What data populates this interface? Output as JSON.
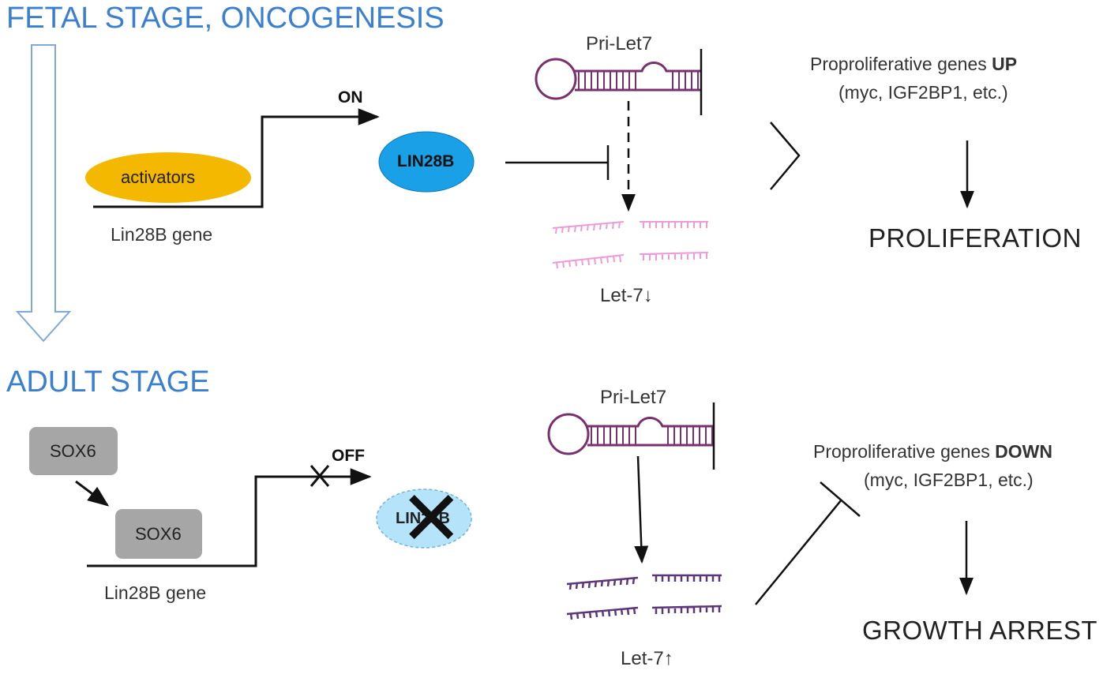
{
  "top": {
    "stage_title": "FETAL STAGE, ONCOGENESIS",
    "activators": "activators",
    "gene_label": "Lin28B gene",
    "switch_state": "ON",
    "lin28b": "LIN28B",
    "pri_let7": "Pri-Let7",
    "let7": "Let-7",
    "let7_arrow": "↓",
    "genes_prefix": "Proproliferative genes",
    "genes_state": "UP",
    "genes_examples": "(myc, IGF2BP1, etc.)",
    "outcome": "PROLIFERATION"
  },
  "bottom": {
    "stage_title": "ADULT STAGE",
    "sox6_free": "SOX6",
    "sox6_bound": "SOX6",
    "gene_label": "Lin28B gene",
    "switch_state": "OFF",
    "lin28b": "LIN28B",
    "pri_let7": "Pri-Let7",
    "let7": "Let-7",
    "let7_arrow": "↑",
    "genes_prefix": "Proproliferative genes",
    "genes_state": "DOWN",
    "genes_examples": "(myc, IGF2BP1, etc.)",
    "outcome": "GROWTH ARREST"
  },
  "colors": {
    "stage_blue": "#3b7fd0",
    "activators": "#f5b800",
    "lin28b_on": "#1aa0e6",
    "lin28b_off": "#b5e4fa",
    "sox6": "#a6a6a6",
    "rna_dark": "#7a2f6e",
    "mirna_low": "#ee9ad8",
    "mirna_high": "#5d3578"
  }
}
